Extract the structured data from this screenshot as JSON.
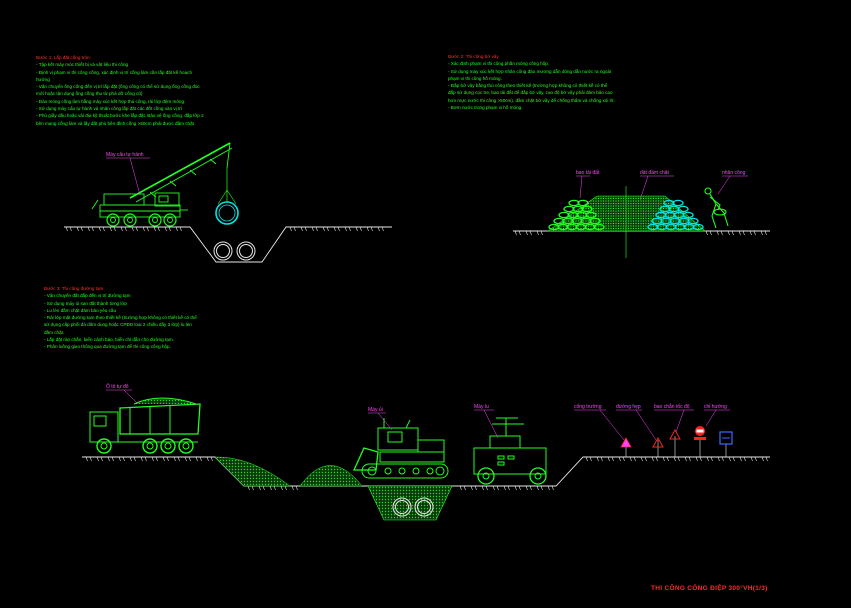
{
  "steps": [
    {
      "heading": "Bước 1: Lắp đặt cống tròn:",
      "lines": [
        "- Tập kết máy móc thiết bị và vật liệu thi công",
        "- Định vị phạm vi thi công cống, xác định vị trí cống làm cần lắp đặt kế hoạch",
        "  hướng",
        "- Vận chuyển ống cống đến vị trí lắp đặt (ống cống có thể sử dụng ống cống đúc",
        "  mới hoặc tận dụng ống cống thu từ phá dỡ cống cũ)",
        "- Đào móng cống làm bằng máy xúc kết hợp thủ công, rải lớp đệm móng.",
        "- Sử dụng máy cẩu tự hành và nhân công lắp đặt các đốt cống vào vị trí",
        "- Phủ giấy dầu hoặc vải địa kỹ thuật bước khe lắp đặt. Bảo vệ ống cống, đắp lớp 2",
        "  bên mang cống làm và lấy đất phủ bên đỉnh cống >50cm phải được đầm chặt"
      ]
    },
    {
      "heading": "Bước 2: Thi công bờ vây",
      "lines": [
        "- Xác định phạm vi thi công phần móng cống hộp.",
        "- Sử dụng máy xúc kết hợp nhân công đào mương dẫn dòng dẫn nước ra ngoài",
        "  phạm vi thi công hố móng.",
        "- Đắp bờ vây bằng thủ công theo thiết kế (trường hợp không có thiết kế có thể",
        "  đắp sử dụng cọc tre, bao tải đất để đắp bờ vây, cao độ bờ vây phải đảm bảo cao",
        "  hơn mực nước thi công >50cm), đầm chặt bờ vây để chống thấm và chống xói lở.",
        "- Bơm nước trong phạm vi hố móng."
      ]
    },
    {
      "heading": "Bước 3: Thi công đường tạm",
      "lines": [
        "- Vận chuyển đất đắp đến vị trí đường tạm",
        "- Sử dụng máy ủi san đất thành từng lớp",
        "- Lu lèn đầm chặt đảm bảo yêu cầu",
        "- Rải lớp mặt đường tạm theo thiết kế (trường hợp không có thiết kế có thể",
        "  sử dụng cấp phối đá dăm dung hoặc CPĐD loại 2 chiều dầy 3 lớp) lu lèn",
        "  đầm chặt.",
        "- Lắp đặt rào chắn, biển cảnh báo, biển chỉ dẫn cho đường tạm.",
        "- Phân luồng giao thông qua đường tạm để thi công cống hộp."
      ]
    }
  ],
  "labels": {
    "crane": "Máy cẩu tự hành",
    "sandbag": "bao tải đất",
    "fill": "đất đầm chặt",
    "worker": "nhân công",
    "truck": "Ô tô tự đổ",
    "dozer": "Máy ủi",
    "roller": "Máy lu",
    "sign1": "cống trường",
    "sign2": "đường hẹp",
    "sign3": "bao chắn tốc độ",
    "sign4": "chỉ hướng"
  },
  "title_block": "THI CÔNG CỐNG ĐIỆP 300°VH(1/3)",
  "colors": {
    "background": "#000000",
    "structure": "#22ff22",
    "ground": "#e8e8e8",
    "ground_hatch": "#e8e8e8",
    "pipe": "#00e5e5",
    "label": "#ff44ff",
    "heading": "#ff3333",
    "sign_red": "#ff2222",
    "sign_blue": "#3a6cff"
  }
}
